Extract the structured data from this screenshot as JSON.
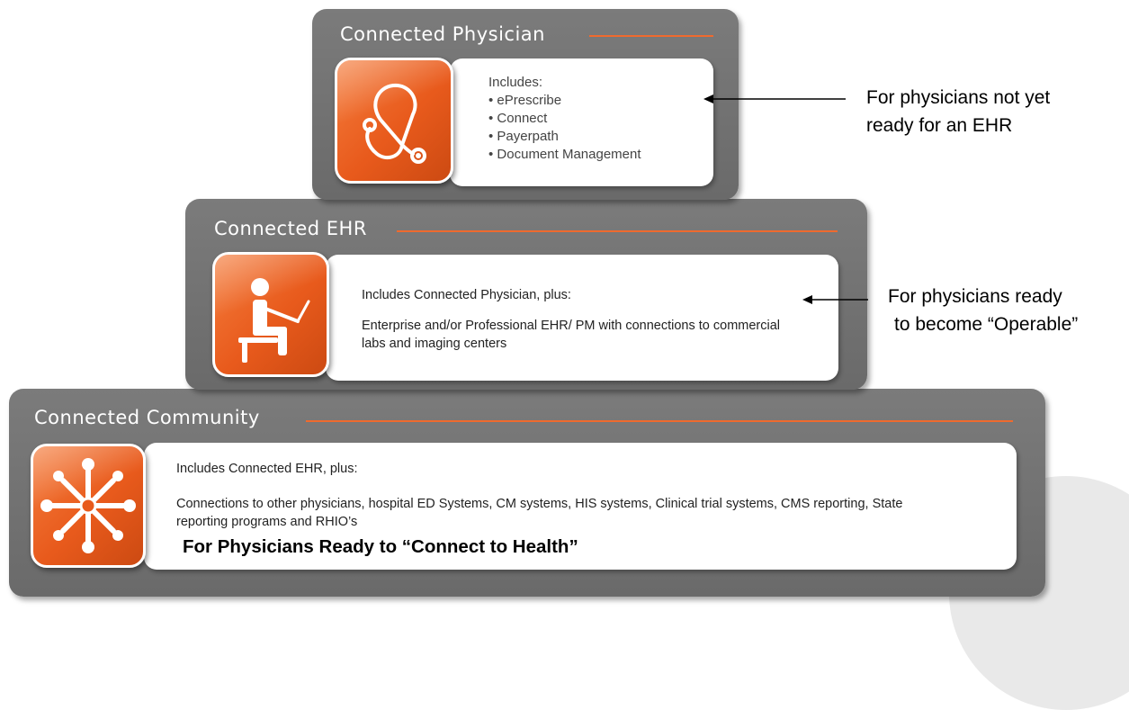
{
  "tiers": {
    "physician": {
      "title": "Connected Physician",
      "includes_heading": "Includes:",
      "items": [
        "ePrescribe",
        "Connect",
        "Payerpath",
        "Document Management"
      ],
      "icon": "stethoscope-icon"
    },
    "ehr": {
      "title": "Connected EHR",
      "line1": "Includes Connected Physician, plus:",
      "line2": "Enterprise and/or Professional EHR/ PM with connections to commercial labs and imaging centers",
      "icon": "seated-person-icon"
    },
    "community": {
      "title": "Connected Community",
      "line1": "Includes Connected EHR, plus:",
      "line2": "Connections to other physicians, hospital ED Systems, CM systems, HIS systems, Clinical trial systems, CMS reporting, State reporting programs and RHIO’s",
      "tagline": "For Physicians Ready to “Connect to Health”",
      "icon": "connected-people-icon"
    }
  },
  "annotations": {
    "physician_label_1": "For physicians not yet",
    "physician_label_2": "ready for an EHR",
    "ehr_label_1": "For physicians ready",
    "ehr_label_2": "to become “Operable”"
  },
  "colors": {
    "accent": "#ef6a2e",
    "tier_gray": "#737373"
  }
}
